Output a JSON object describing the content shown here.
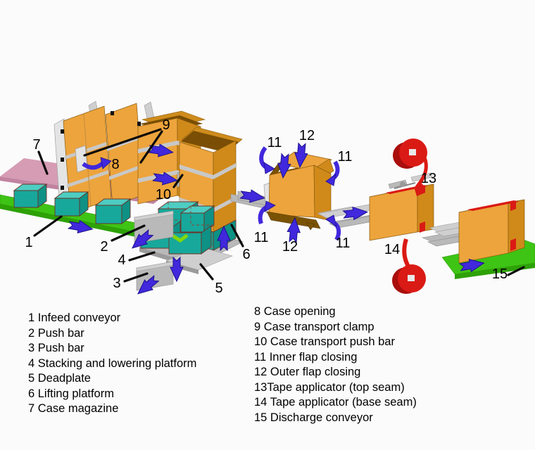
{
  "labels": {
    "1": "1",
    "2": "2",
    "3": "3",
    "4": "4",
    "5": "5",
    "6": "6",
    "7": "7",
    "8": "8",
    "9": "9",
    "10": "10",
    "11": "11",
    "12": "12",
    "13": "13",
    "14": "14",
    "15": "15"
  },
  "legend": {
    "left": [
      "1 Infeed conveyor",
      "2 Push bar",
      "3 Push bar",
      "4 Stacking and lowering platform",
      "5 Deadplate",
      "6 Lifting platform",
      "7 Case magazine"
    ],
    "right": [
      "8 Case opening",
      "9 Case transport clamp",
      "10 Case transport push bar",
      "11 Inner flap closing",
      "12 Outer flap closing",
      "13Tape applicator (top seam)",
      "14 Tape applicator (base seam)",
      "15 Discharge conveyor"
    ]
  },
  "colors": {
    "background": "#fbfbfb",
    "conveyor_green": "#3ec414",
    "conveyor_green_dark": "#2da106",
    "product_teal": "#17a89b",
    "product_teal_top": "#4ecdc2",
    "product_teal_side": "#0f9185",
    "case_orange": "#eda43c",
    "case_orange_side": "#d08a1a",
    "case_orange_top": "#f2b65a",
    "case_inside": "#7a4e04",
    "flap_dark": "#7a5204",
    "magazine_pink": "#d69cb4",
    "magazine_pink_dark": "#c183a0",
    "arrow_blue": "#4128dc",
    "arrow_blue_dark": "#1c1090",
    "tape_red": "#da1a15",
    "tape_red_dark": "#a90f0c",
    "machine_gray": "#b9b9b9",
    "machine_gray_light": "#cfcfcf",
    "machine_gray_dark": "#9b9b9b",
    "accent_lime": "#82d60c"
  }
}
